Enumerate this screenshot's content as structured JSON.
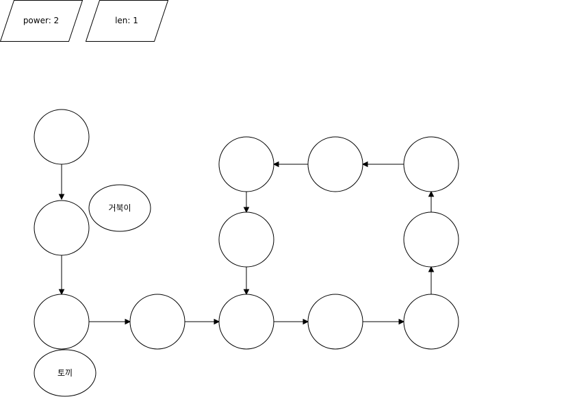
{
  "params": [
    {
      "id": "power",
      "text": "power: 2"
    },
    {
      "id": "len",
      "text": "len: 1"
    }
  ],
  "labels": {
    "turtle": "거북이",
    "rabbit": "토끼"
  },
  "colors": {
    "stroke": "#000000",
    "fill": "#ffffff"
  }
}
